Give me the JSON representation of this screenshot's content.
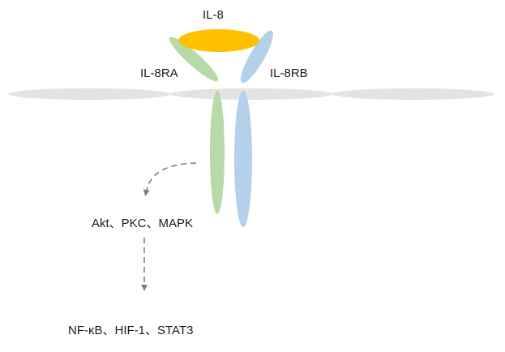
{
  "ligand": {
    "label": "IL-8",
    "color": "#FFC000"
  },
  "receptors": [
    {
      "label": "IL-8RA",
      "color": "#B8D9A8"
    },
    {
      "label": "IL-8RB",
      "color": "#B4D0EA"
    }
  ],
  "membrane": {
    "color": "#E3E3E3"
  },
  "arrows": {
    "color": "#7F7F7F"
  },
  "pathway": {
    "kinases": "Akt、PKC、MAPK",
    "transcription_factors": "NF-κB、HIF-1、STAT3"
  }
}
